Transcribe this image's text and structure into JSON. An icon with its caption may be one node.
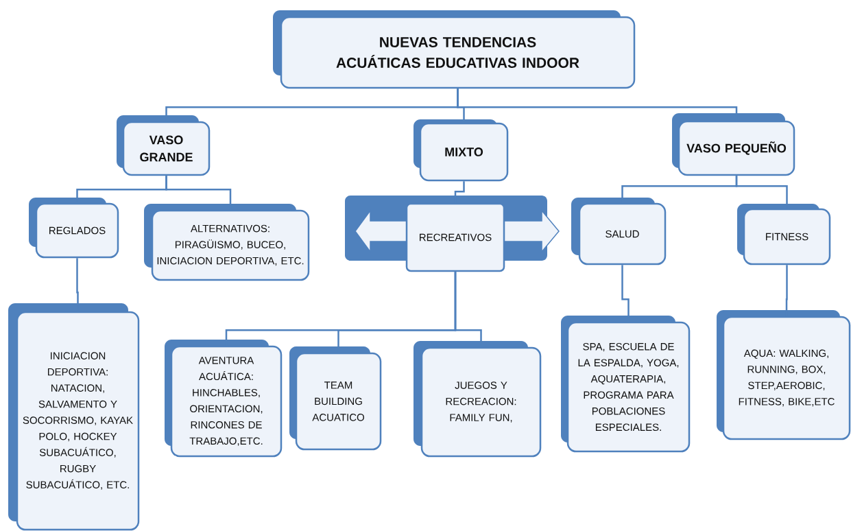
{
  "diagram": {
    "nodes": [
      {
        "text": [
          "NUEVAS TENDENCIAS ACUÁTICAS EDUCATIVAS INDOOR"
        ]
      },
      {
        "text": [
          "VASO GRANDE"
        ]
      },
      {
        "text": [
          "MIXTO"
        ]
      },
      {
        "text": [
          "VASO PEQUEÑO"
        ]
      },
      {
        "text": [
          "REGLADOS"
        ]
      },
      {
        "text": [
          "ALTERNATIVOS: PIRAGÜISMO, BUCEO, INICIACION DEPORTIVA, ETC."
        ]
      },
      {
        "text": [
          "RECREATIVOS"
        ]
      },
      {
        "text": [
          "SALUD"
        ]
      },
      {
        "text": [
          "FITNESS"
        ]
      },
      {
        "text": [
          "INICIACION DEPORTIVA: NATACION, SALVAMENTO Y SOCORRISMO, KAYAK POLO, HOCKEY SUBACUÁTICO, RUGBY SUBACUÁTICO, ETC."
        ]
      },
      {
        "text": [
          "AVENTURA ACUÁTICA: HINCHABLES, ORIENTACION, RINCONES DE TRABAJO,ETC."
        ]
      },
      {
        "text": [
          "TEAM BUILDING ACUATICO"
        ]
      },
      {
        "text": [
          "JUEGOS Y RECREACION: FAMILY FUN,"
        ]
      },
      {
        "text": [
          "SPA, ESCUELA DE LA ESPALDA, YOGA, AQUATERAPIA, PROGRAMA PARA POBLACIONES ESPECIALES."
        ]
      },
      {
        "text": [
          "AQUA: WALKING, RUNNING, BOX, STEP,AEROBIC, FITNESS, BIKE,ETC"
        ]
      }
    ],
    "edges": [
      {
        "from": 0,
        "to": 1,
        "arrow": "none"
      },
      {
        "from": 0,
        "to": 2,
        "arrow": "none"
      },
      {
        "from": 0,
        "to": 3,
        "arrow": "none"
      },
      {
        "from": 1,
        "to": 4,
        "arrow": "none"
      },
      {
        "from": 1,
        "to": 5,
        "arrow": "none"
      },
      {
        "from": 2,
        "to": 6,
        "arrow": "none"
      },
      {
        "from": 3,
        "to": 7,
        "arrow": "none"
      },
      {
        "from": 3,
        "to": 8,
        "arrow": "none"
      },
      {
        "from": 4,
        "to": 9,
        "arrow": "none"
      },
      {
        "from": 6,
        "to": 10,
        "arrow": "none"
      },
      {
        "from": 6,
        "to": 11,
        "arrow": "none"
      },
      {
        "from": 6,
        "to": 12,
        "arrow": "none"
      },
      {
        "from": 7,
        "to": 13,
        "arrow": "none"
      },
      {
        "from": 8,
        "to": 14,
        "arrow": "none"
      }
    ]
  }
}
